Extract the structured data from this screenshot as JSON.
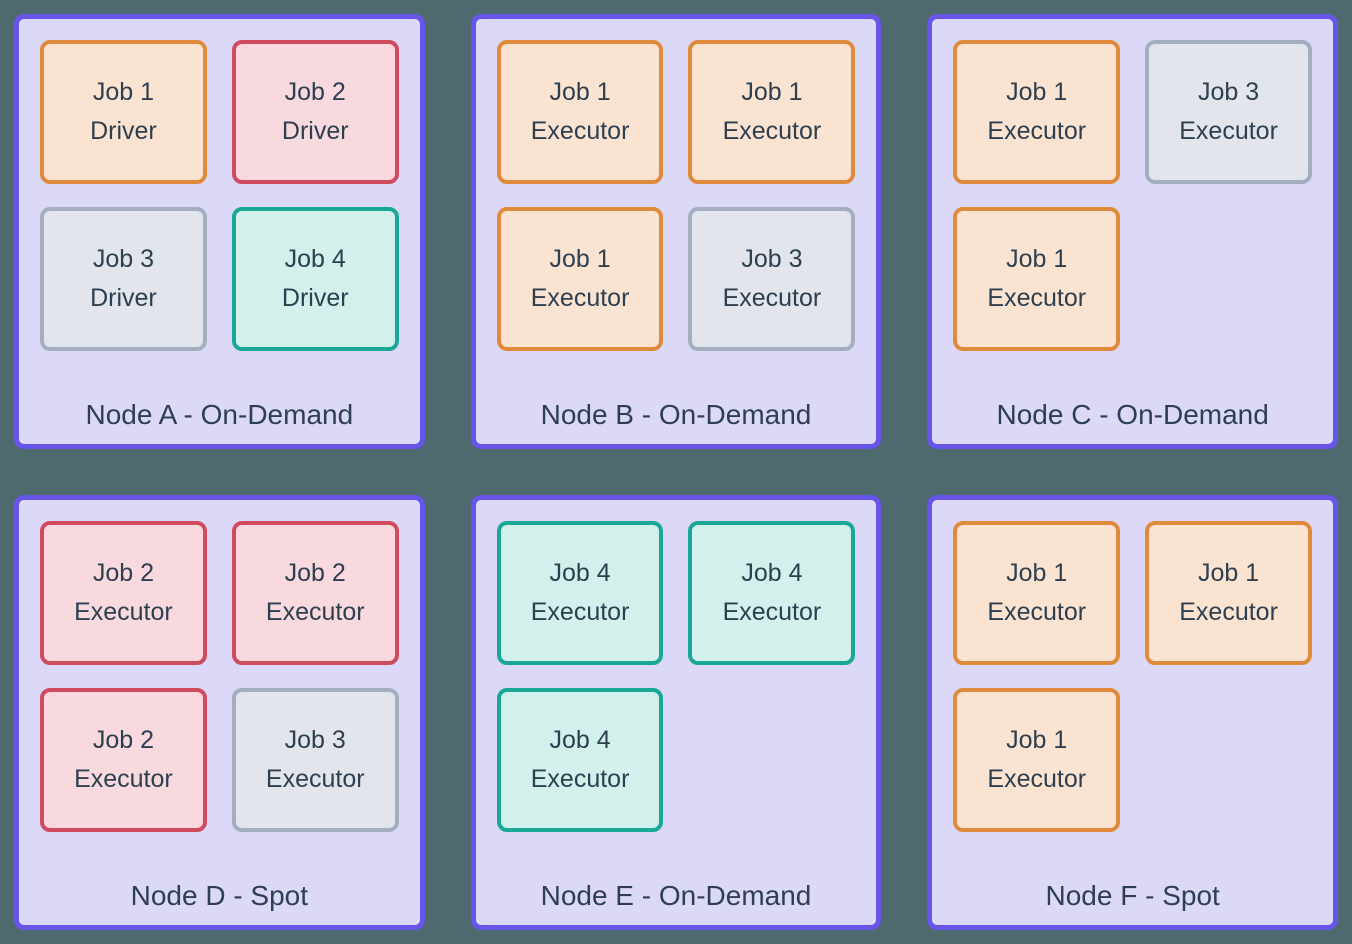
{
  "colors": {
    "page_background": "#4E6A6E",
    "node_border": "#6655E8",
    "node_fill": "#DCD9F8",
    "text": "#2E3F50",
    "job_styles": {
      "job1": {
        "border": "#E08A3C",
        "fill": "#FAE4D1"
      },
      "job2": {
        "border": "#D04A60",
        "fill": "#F7D9DE"
      },
      "job3": {
        "border": "#A4AEBE",
        "fill": "#E2E6EC"
      },
      "job4": {
        "border": "#1AA896",
        "fill": "#D2F0EC"
      }
    }
  },
  "nodes": [
    {
      "id": "node-a",
      "label": "Node A - On-Demand",
      "jobs": [
        {
          "title": "Job 1",
          "role": "Driver",
          "style": "job1"
        },
        {
          "title": "Job 2",
          "role": "Driver",
          "style": "job2"
        },
        {
          "title": "Job 3",
          "role": "Driver",
          "style": "job3"
        },
        {
          "title": "Job 4",
          "role": "Driver",
          "style": "job4"
        }
      ]
    },
    {
      "id": "node-b",
      "label": "Node B - On-Demand",
      "jobs": [
        {
          "title": "Job 1",
          "role": "Executor",
          "style": "job1"
        },
        {
          "title": "Job 1",
          "role": "Executor",
          "style": "job1"
        },
        {
          "title": "Job 1",
          "role": "Executor",
          "style": "job1"
        },
        {
          "title": "Job 3",
          "role": "Executor",
          "style": "job3"
        }
      ]
    },
    {
      "id": "node-c",
      "label": "Node C - On-Demand",
      "jobs": [
        {
          "title": "Job 1",
          "role": "Executor",
          "style": "job1"
        },
        {
          "title": "Job 3",
          "role": "Executor",
          "style": "job3"
        },
        {
          "title": "Job 1",
          "role": "Executor",
          "style": "job1"
        }
      ]
    },
    {
      "id": "node-d",
      "label": "Node D - Spot",
      "jobs": [
        {
          "title": "Job 2",
          "role": "Executor",
          "style": "job2"
        },
        {
          "title": "Job 2",
          "role": "Executor",
          "style": "job2"
        },
        {
          "title": "Job 2",
          "role": "Executor",
          "style": "job2"
        },
        {
          "title": "Job 3",
          "role": "Executor",
          "style": "job3"
        }
      ]
    },
    {
      "id": "node-e",
      "label": "Node E - On-Demand",
      "jobs": [
        {
          "title": "Job 4",
          "role": "Executor",
          "style": "job4"
        },
        {
          "title": "Job 4",
          "role": "Executor",
          "style": "job4"
        },
        {
          "title": "Job 4",
          "role": "Executor",
          "style": "job4"
        }
      ]
    },
    {
      "id": "node-f",
      "label": "Node F - Spot",
      "jobs": [
        {
          "title": "Job 1",
          "role": "Executor",
          "style": "job1"
        },
        {
          "title": "Job 1",
          "role": "Executor",
          "style": "job1"
        },
        {
          "title": "Job 1",
          "role": "Executor",
          "style": "job1"
        }
      ]
    }
  ]
}
